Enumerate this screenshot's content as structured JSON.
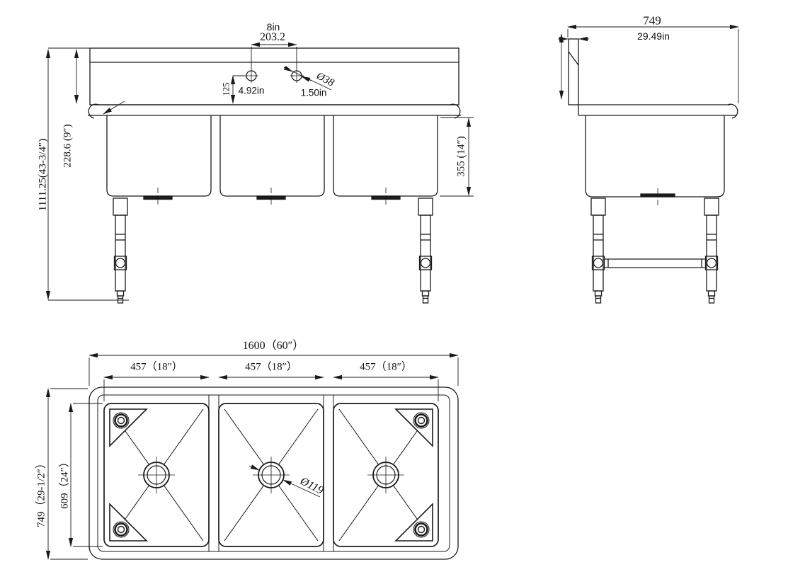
{
  "drawing": {
    "kind": "three-compartment-sink-technical-drawing",
    "line_color": "#1a1a1a",
    "background_color": "#ffffff",
    "front_view": {
      "overall_height": "1111.25(43-3/4″)",
      "backsplash_height": "228.6 (9″)",
      "faucet_hole_spacing_in": "8in",
      "faucet_hole_spacing_mm": "203.2",
      "faucet_hole_drop_mm": "125",
      "faucet_hole_drop_in": "4.92in",
      "faucet_hole_diameter": "Ø38",
      "faucet_hole_diameter_in": "1.50in",
      "bowl_depth": "355 (14″)"
    },
    "side_view": {
      "overall_depth_mm": "749",
      "overall_depth_in": "29.49in"
    },
    "plan_view": {
      "overall_length": "1600（60″）",
      "bowl_widths": [
        "457（18″）",
        "457（18″）",
        "457（18″）"
      ],
      "overall_depth": "749（29-1/2″）",
      "bowl_front_to_back": "609（24″）",
      "drain_diameter": "Ø119"
    }
  }
}
